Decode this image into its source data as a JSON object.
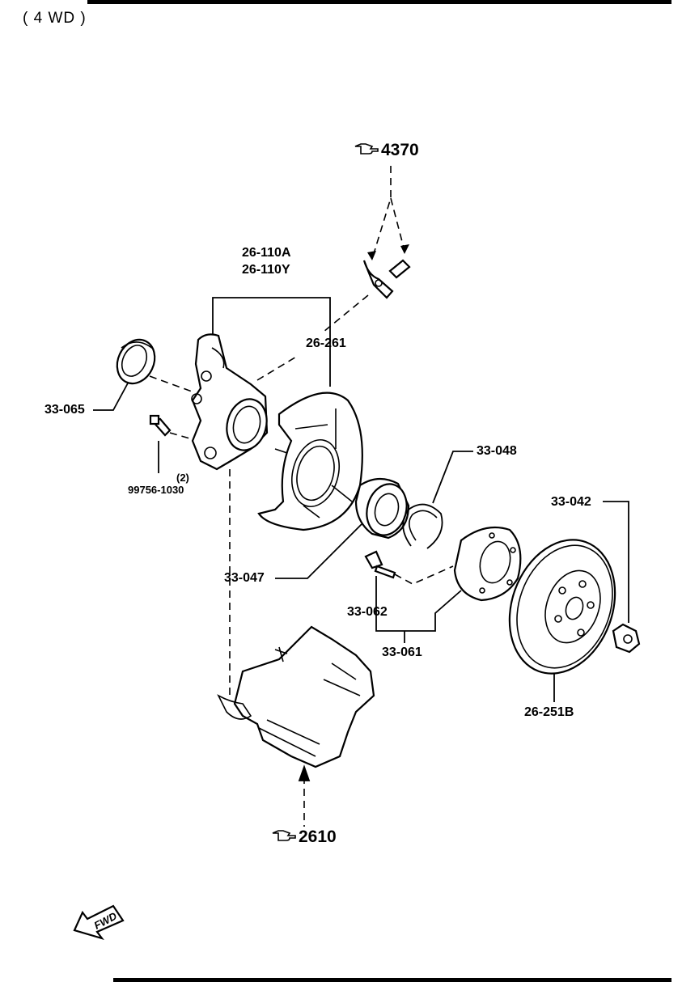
{
  "header": {
    "variant": "( 4 WD )"
  },
  "references": [
    {
      "id": "ref-4370",
      "text": "4370"
    },
    {
      "id": "ref-2610",
      "text": "2610"
    }
  ],
  "labels": {
    "knuckle_a": "26-110A",
    "knuckle_y": "26-110Y",
    "dust_cover": "26-261",
    "seal": "33-065",
    "bolt_qty": "(2)",
    "bolt": "99756-1030",
    "snap_ring": "33-048",
    "bearing": "33-047",
    "nut": "33-042",
    "hub_bolt": "33-062",
    "hub": "33-061",
    "disc": "26-251B"
  },
  "fwd_arrow": {
    "text": "FWD"
  },
  "icons": {
    "reference": "pointing-hand-icon",
    "direction": "fwd-arrow-icon"
  }
}
